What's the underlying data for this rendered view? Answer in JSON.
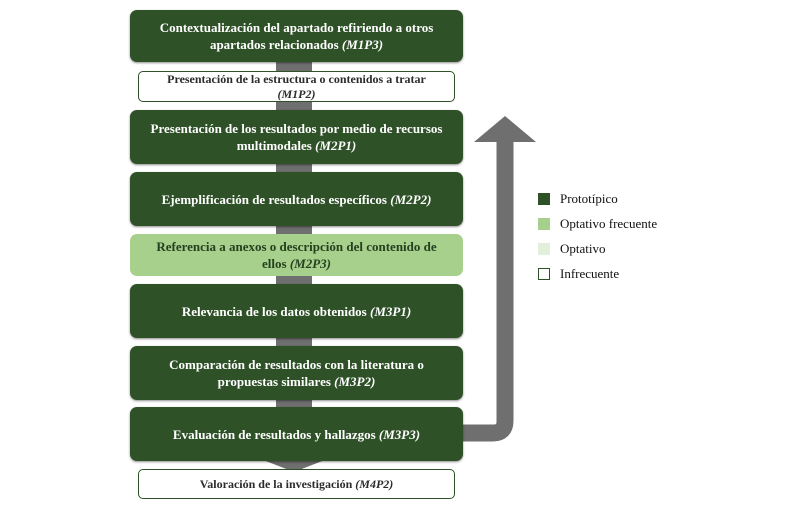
{
  "boxes": [
    {
      "text": "Contextualización del apartado refiriendo a otros apartados relacionados",
      "code": "(M1P3)",
      "category": "prototipico"
    },
    {
      "text": "Presentación de la estructura o contenidos a tratar",
      "code": "(M1P2)",
      "category": "infrecuente"
    },
    {
      "text": "Presentación de los resultados por medio de recursos multimodales",
      "code": "(M2P1)",
      "category": "prototipico"
    },
    {
      "text": "Ejemplificación de resultados específicos",
      "code": "(M2P2)",
      "category": "prototipico"
    },
    {
      "text": "Referencia a anexos o descripción del contenido de ellos",
      "code": "(M2P3)",
      "category": "optativo-frecuente"
    },
    {
      "text": "Relevancia de los datos obtenidos",
      "code": "(M3P1)",
      "category": "prototipico"
    },
    {
      "text": "Comparación de resultados con la literatura o propuestas similares",
      "code": "(M3P2)",
      "category": "prototipico"
    },
    {
      "text": "Evaluación de resultados y hallazgos",
      "code": "(M3P3)",
      "category": "prototipico"
    },
    {
      "text": "Valoración de la investigación",
      "code": "(M4P2)",
      "category": "infrecuente"
    }
  ],
  "legend": [
    {
      "label": "Prototípico",
      "color": "#2f5128"
    },
    {
      "label": "Optativo frecuente",
      "color": "#a8d08d"
    },
    {
      "label": "Optativo",
      "color": "#e2efda"
    },
    {
      "label": "Infrecuente",
      "color": "#ffffff"
    }
  ]
}
